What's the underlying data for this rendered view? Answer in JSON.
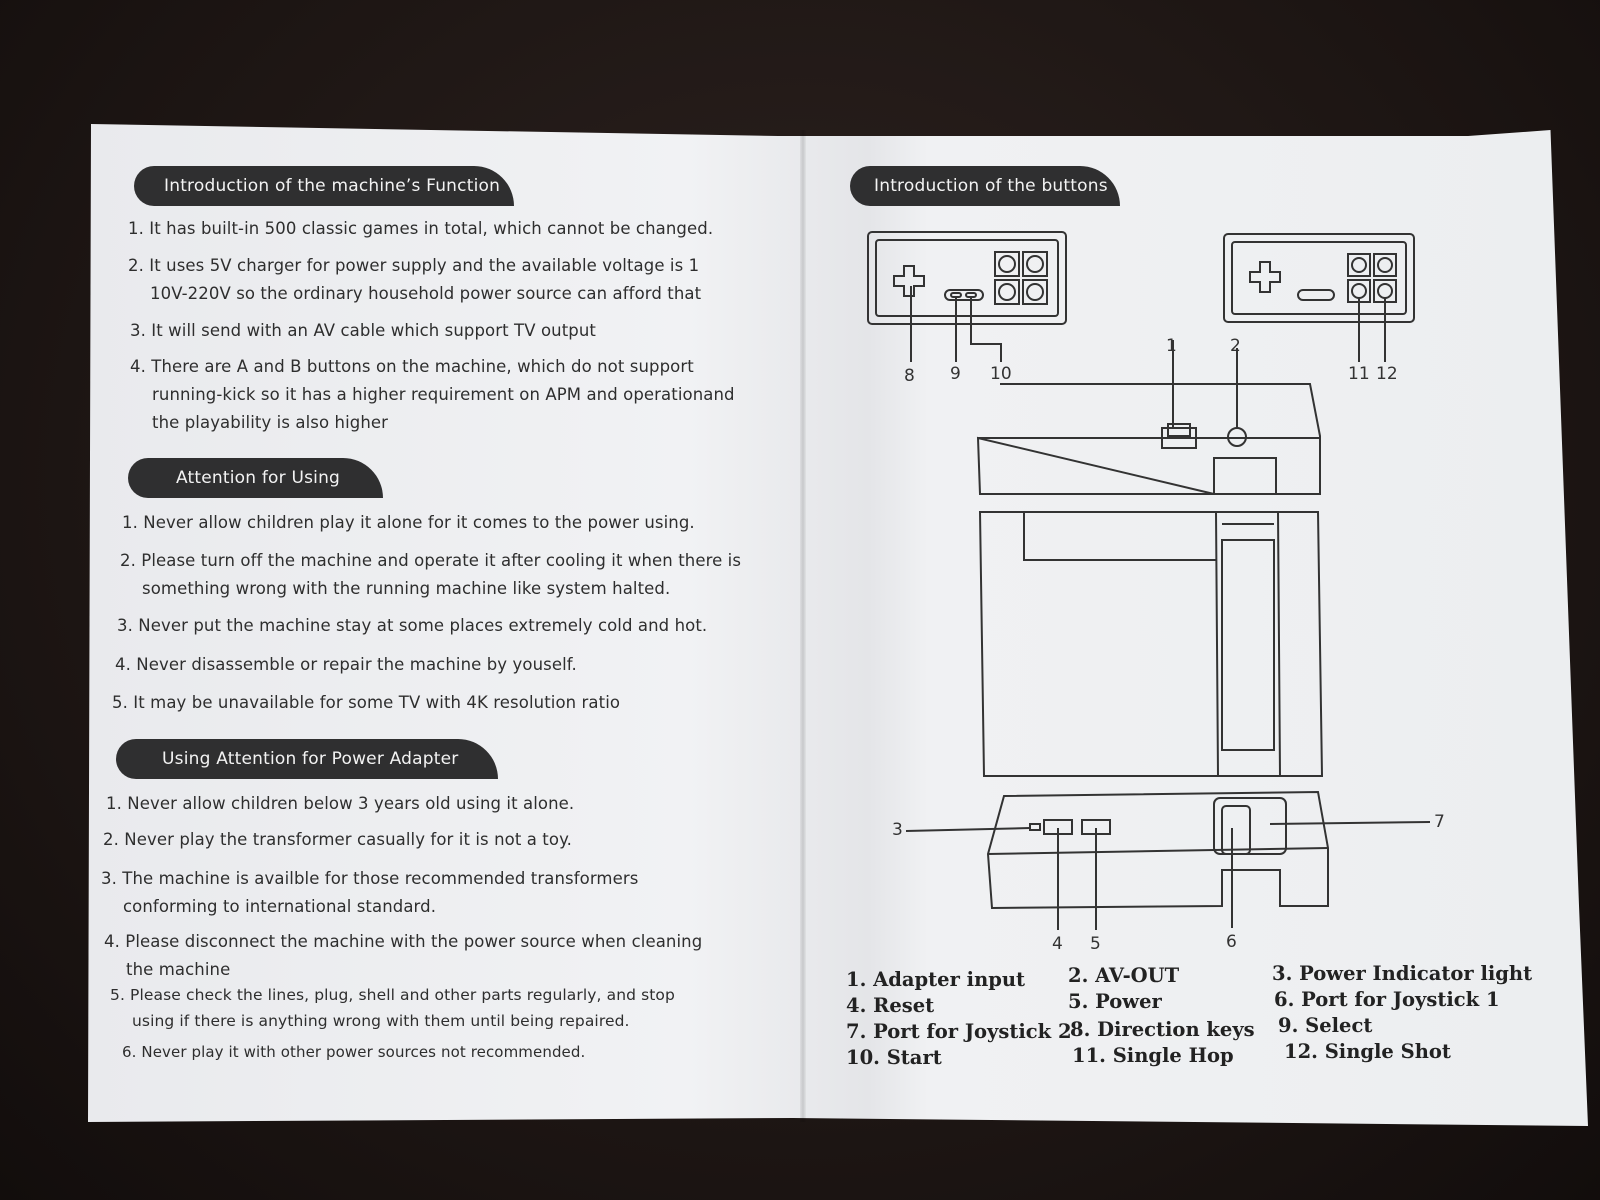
{
  "left": {
    "section1": {
      "title": "Introduction of the machine’s Function",
      "items": [
        "1. It has built-in 500 classic games in total, which cannot be changed.",
        [
          "2. It uses 5V charger for power supply and the available voltage is 1",
          "10V-220V so the ordinary household power source can afford that"
        ],
        "3. It will send with an AV cable which support TV output",
        [
          "4. There are A and B buttons on the machine, which do not support",
          "running-kick so it has a higher requirement on APM and operationand",
          "the playability is also higher"
        ]
      ]
    },
    "section2": {
      "title": "Attention for Using",
      "items": [
        "1. Never allow children play it alone for it comes to the power using.",
        [
          "2. Please turn off the machine and operate it after cooling it when there is",
          "something wrong with the running machine like system halted."
        ],
        "3. Never put the machine stay at some places extremely cold and hot.",
        "4. Never disassemble or repair the machine by youself.",
        "5. It may be unavailable for some TV with 4K resolution ratio"
      ]
    },
    "section3": {
      "title": "Using Attention for Power Adapter",
      "items": [
        "1. Never allow children below 3 years old using it alone.",
        "2. Never play the transformer casually for it is not a toy.",
        [
          "3. The machine is availble for those recommended transformers",
          "conforming to international standard."
        ],
        [
          "4. Please disconnect the machine with the power source when cleaning",
          "the machine"
        ],
        [
          "5. Please check the lines, plug, shell and other parts regularly, and stop",
          "using if there is anything wrong with them until being repaired."
        ],
        "6. Never play it with other power sources not recommended."
      ]
    }
  },
  "right": {
    "title": "Introduction of the buttons",
    "diagram_numbers": [
      "1",
      "2",
      "3",
      "4",
      "5",
      "6",
      "7",
      "8",
      "9",
      "10",
      "11",
      "12"
    ],
    "legend": [
      "1. Adapter input",
      "2. AV-OUT",
      "3. Power Indicator light",
      "4. Reset",
      "5. Power",
      "6. Port for Joystick 1",
      "7. Port for Joystick 2",
      "8. Direction keys",
      "9. Select",
      "10. Start",
      "11. Single Hop",
      "12. Single Shot"
    ]
  }
}
